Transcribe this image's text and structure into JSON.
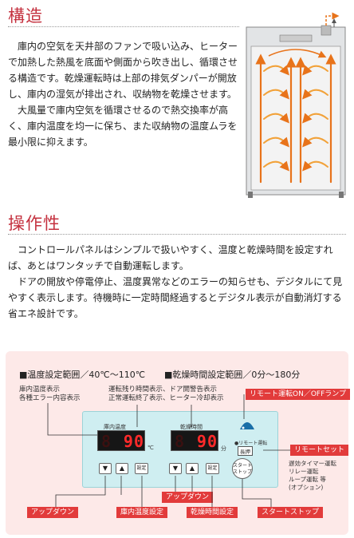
{
  "structure": {
    "title": "構造",
    "paragraphs": [
      "庫内の空気を天井部のファンで吸い込み、ヒーターで加熱した熱風を底面や側面から吹き出し、循環させる構造です。乾燥運転時は上部の排気ダンパーが開放し、庫内の湿気が排出され、収納物を乾燥させます。",
      "大風量で庫内空気を循環させるので熱交換率が高く、庫内温度を均一に保ち、また収納物の温度ムラを最小限に抑えます。"
    ]
  },
  "operation": {
    "title": "操作性",
    "paragraphs": [
      "コントロールパネルはシンプルで扱いやすく、温度と乾燥時間を設定すれば、あとはワンタッチで自動運転します。",
      "ドアの開放や停電停止、温度異常などのエラーの知らせも、デジタルにて見やすく表示します。待機時に一定時間経過するとデジタル表示が自動消灯する省エネ設計です。"
    ]
  },
  "panel": {
    "spec_temp": "■温度設定範囲／40℃〜110℃",
    "spec_time": "■乾燥時間設定範囲／0分〜180分",
    "note_left": [
      "庫内温度表示",
      "各種エラー内容表示"
    ],
    "note_center": [
      "運転残り時間表示、ドア開警告表示",
      "正常運転終了表示、ヒーター冷却表示"
    ],
    "tag_remote_lamp": "リモート運転ON／OFFランプ",
    "tag_remote_set": "リモートセット",
    "note_right": [
      "遅効タイマー運転",
      "リレー運転",
      "ループ運転 等",
      "(オプション)"
    ],
    "label_temp": "庫内温度",
    "label_time": "乾燥時間",
    "display_temp": "90",
    "display_time": "90",
    "unit_temp": "℃",
    "unit_time": "分",
    "key_down": "▼",
    "key_up": "▲",
    "key_set": "設定",
    "start_stop": [
      "スタート",
      "ストップ"
    ],
    "remote_small": [
      "●リモート運転"
    ],
    "long_press": "長押",
    "tag_up_down_left": "アップダウン",
    "tag_temp_set": "庫内温度設定",
    "tag_up_down_center": "アップダウン",
    "tag_time_set": "乾燥時間設定",
    "tag_start_stop": "スタートストップ"
  },
  "colors": {
    "accent": "#c4303e",
    "tag": "#e23b3b",
    "panel_bg": "#fde9e8",
    "panel_face": "#cfeef1"
  }
}
